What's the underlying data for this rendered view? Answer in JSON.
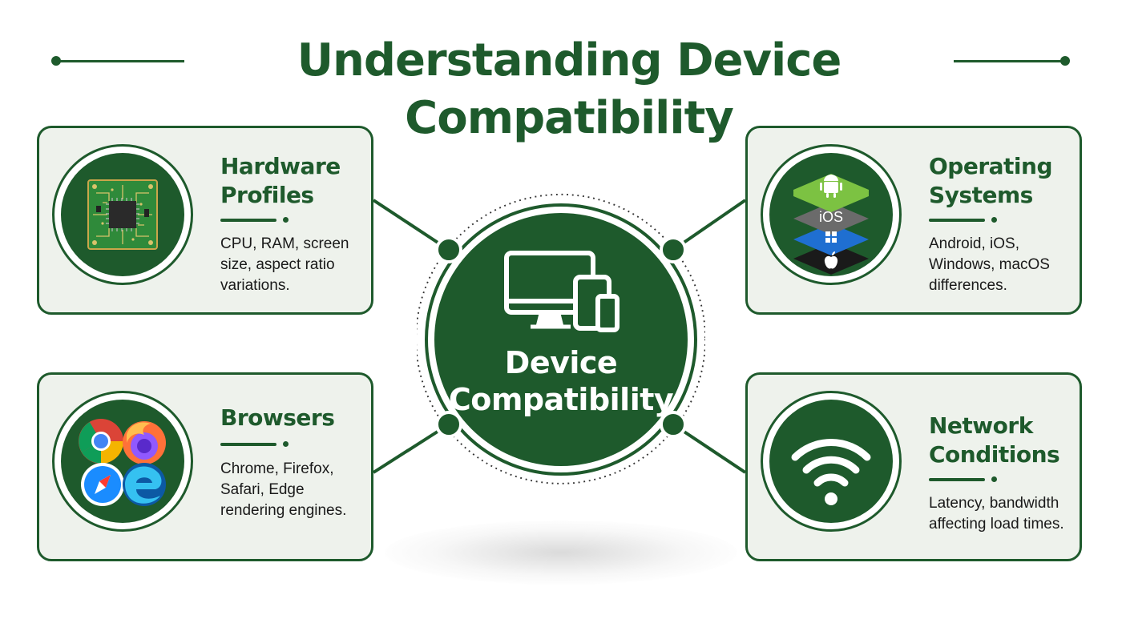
{
  "title": "Understanding Device Compatibility",
  "center": {
    "line1": "Device",
    "line2": "Compatibility"
  },
  "cards": {
    "hardware": {
      "title_line1": "Hardware",
      "title_line2": "Profiles",
      "desc_lines": [
        "CPU, RAM, screen",
        "size, aspect ratio",
        "variations."
      ],
      "icon": "circuit-chip-icon"
    },
    "os": {
      "title_line1": "Operating",
      "title_line2": "Systems",
      "desc_lines": [
        "Android, iOS,",
        "Windows, macOS",
        "differences."
      ],
      "icon_layer_label": "iOS",
      "icon": "os-layers-icon"
    },
    "browsers": {
      "title_line1": "Browsers",
      "desc_lines": [
        "Chrome, Firefox,",
        "Safari, Edge",
        "rendering engines."
      ],
      "icon": "browser-logos-icon"
    },
    "network": {
      "title_line1": "Network",
      "title_line2": "Conditions",
      "desc_lines": [
        "Latency, bandwidth",
        "affecting load times."
      ],
      "icon": "wifi-icon"
    }
  },
  "colors": {
    "brand_green": "#1e5a2c",
    "card_bg": "#eef2ec",
    "android_green": "#7cc242",
    "windows_blue": "#1f6fd1"
  }
}
